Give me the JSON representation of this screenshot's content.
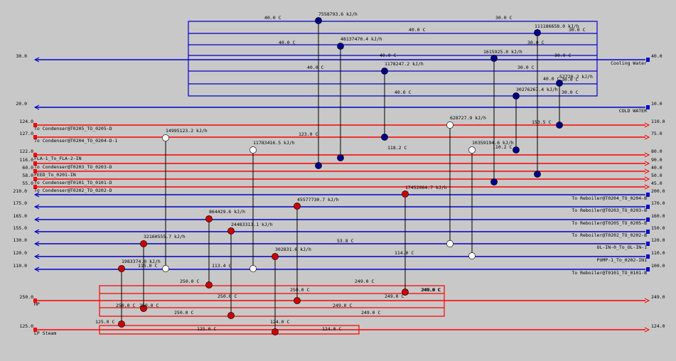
{
  "colors": {
    "hot": "#ff0000",
    "cold": "#0000cc",
    "node_hot": "#cc0000",
    "node_cold": "#00008b",
    "node_neutral": "#ffffff",
    "background": "#c8c8c8"
  },
  "streams": [
    {
      "id": "cooling-water",
      "kind": "cold",
      "label": "Cooling Water",
      "label_side": "right",
      "start_temp": "40.0",
      "end_temp": "30.0"
    },
    {
      "id": "cold-water",
      "kind": "cold",
      "label": "COLD WATER",
      "label_side": "right",
      "start_temp": "10.0",
      "end_temp": "20.0"
    },
    {
      "id": "cond-0205",
      "kind": "hot",
      "label": "To Condenser@T0205_TO_0205-D",
      "label_side": "left",
      "start_temp": "124.0",
      "end_temp": "110.0"
    },
    {
      "id": "cond-0204",
      "kind": "hot",
      "label": "To Condenser@T0204_TO_0204-D-1",
      "label_side": "left",
      "start_temp": "127.0",
      "end_temp": "75.0"
    },
    {
      "id": "fla-1",
      "kind": "hot",
      "label": "FLA-1_To_FLA-2-IN",
      "label_side": "left",
      "start_temp": "122.0",
      "end_temp": "80.0"
    },
    {
      "id": "cond-0203",
      "kind": "hot",
      "label": "To Condenser@T0203_TO_0203-D",
      "label_side": "left",
      "start_temp": "116.0",
      "end_temp": "90.0"
    },
    {
      "id": "feed-0201",
      "kind": "hot",
      "label": "FEED_To_0201-IN",
      "label_side": "left",
      "start_temp": "60.0",
      "end_temp": "40.0"
    },
    {
      "id": "cond-0101",
      "kind": "hot",
      "label": "To Condenser@T0101_TO_0101-D",
      "label_side": "left",
      "start_temp": "58.0",
      "end_temp": "50.0"
    },
    {
      "id": "cond-0202",
      "kind": "hot",
      "label": "To Condenser@T0202_TO_0202-D",
      "label_side": "left",
      "start_temp": "55.0",
      "end_temp": "45.0"
    },
    {
      "id": "reb-0204",
      "kind": "cold",
      "label": "To Reboiler@T0204_TO_0204-B",
      "label_side": "right",
      "start_temp": "200.0",
      "end_temp": "210.0"
    },
    {
      "id": "reb-0203",
      "kind": "cold",
      "label": "To Reboiler@T0203_TO_0203-B",
      "label_side": "right",
      "start_temp": "170.0",
      "end_temp": "175.0"
    },
    {
      "id": "reb-0205",
      "kind": "cold",
      "label": "To Reboiler@T0205_TO_0205-B",
      "label_side": "right",
      "start_temp": "160.0",
      "end_temp": "165.0"
    },
    {
      "id": "reb-0202",
      "kind": "cold",
      "label": "To Reboiler@T0202_TO_0202-B",
      "label_side": "right",
      "start_temp": "150.0",
      "end_temp": "155.0"
    },
    {
      "id": "ol-in-0",
      "kind": "cold",
      "label": "OL-IN-0_To_OL-IN-1",
      "label_side": "right",
      "start_temp": "120.0",
      "end_temp": "130.0"
    },
    {
      "id": "pump-1",
      "kind": "cold",
      "label": "PUMP-1_To_0202-IN1",
      "label_side": "right",
      "start_temp": "110.0",
      "end_temp": "120.0"
    },
    {
      "id": "reb-0101",
      "kind": "cold",
      "label": "To Reboiler@T0101_TO_0101-B",
      "label_side": "right",
      "start_temp": "100.0",
      "end_temp": "110.0"
    },
    {
      "id": "hp",
      "kind": "hot",
      "label": "HP",
      "label_side": "left",
      "start_temp": "250.0",
      "end_temp": "249.0"
    },
    {
      "id": "lp-steam",
      "kind": "hot",
      "label": "LP Steam",
      "label_side": "left",
      "start_temp": "125.0",
      "end_temp": "124.0"
    }
  ],
  "exchangers": [
    {
      "duty": "7558793.6 kJ/h"
    },
    {
      "duty": "111186658.0 kJ/h"
    },
    {
      "duty": "48137470.4 kJ/h"
    },
    {
      "duty": "1615925.0 kJ/h"
    },
    {
      "duty": "1178247.2 kJ/h"
    },
    {
      "duty": "52720.2 kJ/h"
    },
    {
      "duty": "30276267.4 kJ/h"
    },
    {
      "duty": "628727.9 kJ/h"
    },
    {
      "duty": "14995123.2 kJ/h"
    },
    {
      "duty": "11783416.5 kJ/h"
    },
    {
      "duty": "10359194.6 kJ/h"
    },
    {
      "duty": "17452064.7 kJ/h"
    },
    {
      "duty": "45577730.7 kJ/h"
    },
    {
      "duty": "864429.6 kJ/h"
    },
    {
      "duty": "24483313.1 kJ/h"
    },
    {
      "duty": "32160555.7 kJ/h"
    },
    {
      "duty": "302831.6 kJ/h"
    },
    {
      "duty": "1983374.0 kJ/h"
    }
  ],
  "temp_labels": [
    "40.0 C",
    "30.0 C",
    "40.0 C",
    "30.0 C",
    "40.0 C",
    "30.0 C",
    "40.0 C",
    "30.0 C",
    "40.0 C",
    "30.0 C",
    "40.0 C",
    "30.0 C",
    "40.0 C",
    "30.0 C",
    "153.5 C",
    "123.0 C",
    "118.2 C",
    "110.2 C",
    "53.8 C",
    "114.0 C",
    "115.0 C",
    "113.4 C",
    "250.0 C",
    "249.0 C",
    "250.0 C",
    "249.0 C",
    "250.0 C",
    "249.0 C",
    "250.0 C",
    "249.0 C",
    "250.0 C",
    "249.0 C",
    "250.0 C",
    "249.0 C",
    "125.0 C",
    "124.0 C",
    "125.0 C",
    "124.0 C"
  ]
}
